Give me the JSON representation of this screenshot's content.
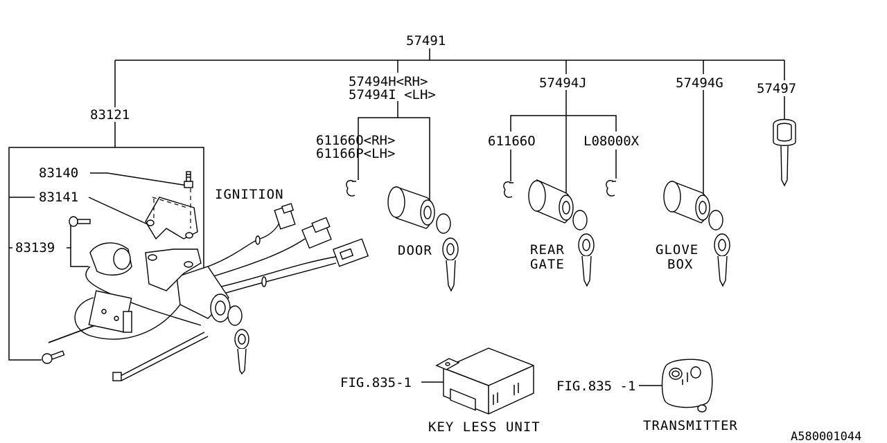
{
  "diagram": {
    "parts": {
      "p57491": "57491",
      "p83121": "83121",
      "p57494h": "57494H<RH>",
      "p57494i": "57494I <LH>",
      "p61166o_rh": "61166O<RH>",
      "p61166p": "61166P<LH>",
      "p57494j": "57494J",
      "p61166o": "61166O",
      "pl08000x": "L08000X",
      "p57494g": "57494G",
      "p57497": "57497",
      "p83140": "83140",
      "p83141": "83141",
      "p83139": "83139"
    },
    "captions": {
      "ignition": "IGNITION",
      "door": "DOOR",
      "rear": "REAR",
      "gate": "GATE",
      "glove": "GLOVE",
      "box": "BOX",
      "keyless_unit": "KEY LESS UNIT",
      "transmitter": "TRANSMITTER"
    },
    "refs": {
      "fig_keyless": "FIG.835-1",
      "fig_transmitter": "FIG.835 -1"
    },
    "diagram_id": "A580001044"
  }
}
